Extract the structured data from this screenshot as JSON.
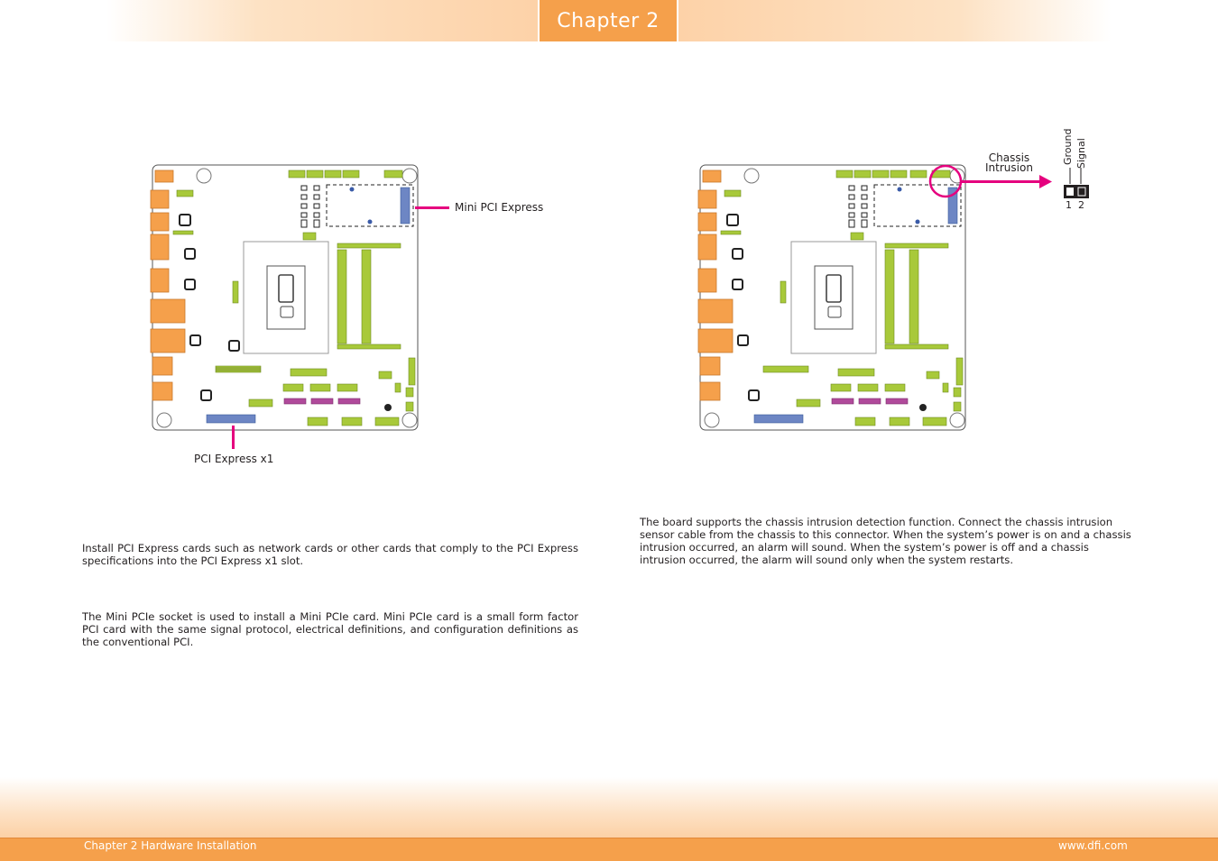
{
  "header": {
    "chapter_label": "Chapter 2"
  },
  "figure_left": {
    "callout_mini_pcie": "Mini PCI Express",
    "callout_pcie_x1": "PCI Express x1"
  },
  "figure_right": {
    "callout_chassis_line1": "Chassis",
    "callout_chassis_line2": "Intrusion",
    "pin_ground": "Ground",
    "pin_signal": "Signal",
    "pin_num_1": "1",
    "pin_num_2": "2"
  },
  "text": {
    "pcie_para": "Install PCI Express cards such as network cards or other cards that comply to the PCI Express specifications into the PCI Express x1 slot.",
    "minipcie_para": "The Mini PCIe socket is used to install a Mini PCIe card. Mini PCIe card is a small form factor PCI card with the same signal protocol, electrical definitions, and configuration definitions as the conventional PCI.",
    "chassis_para": "The board supports the chassis intrusion detection function. Connect the chassis intrusion sensor cable from the chassis to this connector. When the system’s power is on and a chassis intrusion occurred, an alarm will sound. When the system’s power is off and a chassis intrusion occurred, the alarm will sound only when the system restarts."
  },
  "footer": {
    "left": "Chapter 2 Hardware Installation",
    "right": "www.dfi.com"
  },
  "colors": {
    "accent_orange": "#f5a04b",
    "callout_magenta": "#e5007e",
    "slot_green": "#a8c93a",
    "slot_blue": "#6d86c4",
    "connector_purple": "#b04a9b"
  }
}
